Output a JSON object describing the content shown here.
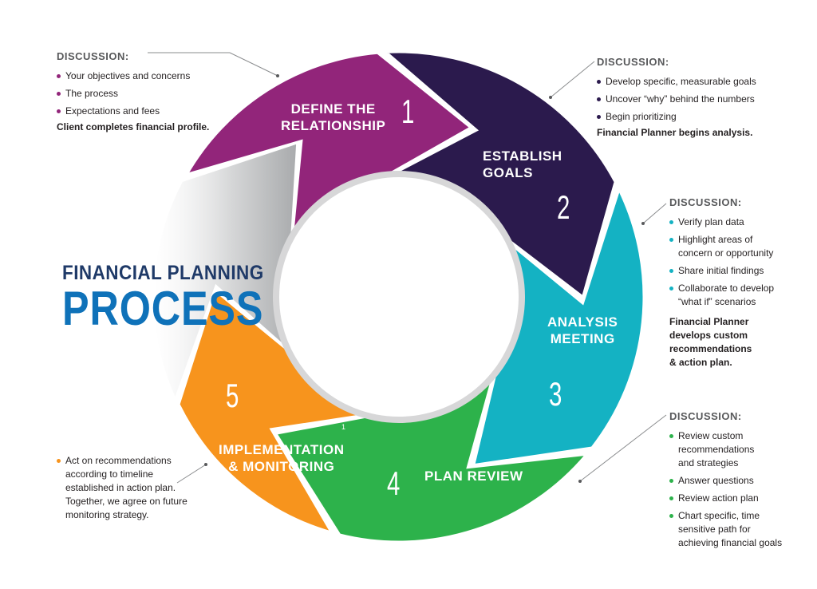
{
  "title": {
    "line1": "FINANCIAL PLANNING",
    "line2": "PROCESS"
  },
  "colors": {
    "step1": "#92257a",
    "step2": "#2b1a4d",
    "step3": "#14b2c3",
    "step4": "#2db24b",
    "step5": "#f7941d",
    "gray": "#d9d9da",
    "title_dark": "#1f3a68",
    "title_blue": "#0f72b9"
  },
  "steps": [
    {
      "number": "1",
      "label": "DEFINE THE\nRELATIONSHIP",
      "superscript": ""
    },
    {
      "number": "2",
      "label": "ESTABLISH\nGOALS",
      "superscript": ""
    },
    {
      "number": "3",
      "label": "ANALYSIS\nMEETING",
      "superscript": ""
    },
    {
      "number": "4",
      "label": "PLAN REVIEW",
      "superscript": ""
    },
    {
      "number": "5",
      "label": "IMPLEMENTATION\n& MONITORING",
      "superscript": "1"
    }
  ],
  "notes": [
    {
      "heading": "DISCUSSION:",
      "bullet_color": "#92257a",
      "items": [
        "Your objectives and concerns",
        "The process",
        "Expectations and fees"
      ],
      "closing": "Client completes financial profile."
    },
    {
      "heading": "DISCUSSION:",
      "bullet_color": "#2b1a4d",
      "items": [
        "Develop specific, measurable goals",
        "Uncover “why” behind the numbers",
        "Begin prioritizing"
      ],
      "closing": "Financial Planner begins analysis."
    },
    {
      "heading": "DISCUSSION:",
      "bullet_color": "#14b2c3",
      "items": [
        "Verify plan data",
        "Highlight areas of\nconcern or opportunity",
        "Share initial findings",
        "Collaborate to develop\n“what if” scenarios"
      ],
      "closing": "Financial Planner\ndevelops custom\nrecommendations\n& action plan."
    },
    {
      "heading": "DISCUSSION:",
      "bullet_color": "#2db24b",
      "items": [
        "Review custom\nrecommendations\nand strategies",
        "Answer questions",
        "Review action plan",
        "Chart specific, time\nsensitive path for\nachieving financial goals"
      ],
      "closing": ""
    },
    {
      "heading": "",
      "bullet_color": "#f7941d",
      "items": [
        "Act on recommendations\naccording to timeline\nestablished in action plan.\nTogether, we agree on future\nmonitoring strategy."
      ],
      "closing": ""
    }
  ]
}
